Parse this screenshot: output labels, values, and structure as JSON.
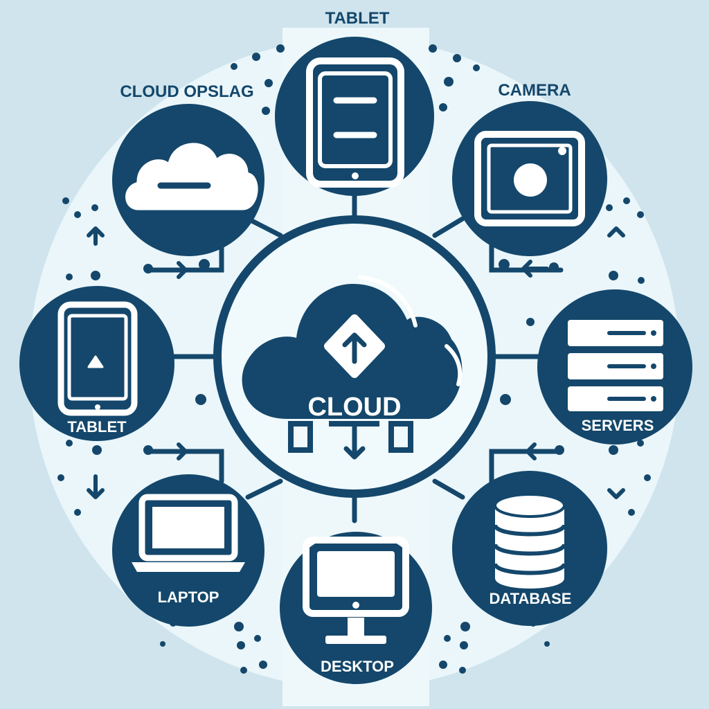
{
  "diagram": {
    "center": {
      "label": "CLOUD"
    },
    "nodes": [
      {
        "id": "tablet-top",
        "label": "TABLET",
        "icon": "tablet-icon"
      },
      {
        "id": "cloud-storage",
        "label": "CLOUD OPSLAG",
        "icon": "cloud-icon"
      },
      {
        "id": "camera",
        "label": "CAMERA",
        "icon": "camera-icon"
      },
      {
        "id": "tablet-left",
        "label": "TABLET",
        "icon": "tablet-icon"
      },
      {
        "id": "servers",
        "label": "SERVERS",
        "icon": "server-rack-icon"
      },
      {
        "id": "laptop",
        "label": "LAPTOP",
        "icon": "laptop-icon"
      },
      {
        "id": "desktop",
        "label": "DESKTOP",
        "icon": "desktop-monitor-icon"
      },
      {
        "id": "database",
        "label": "DATABASE",
        "icon": "database-icon"
      }
    ]
  },
  "colors": {
    "primary": "#14476b",
    "background": "#cfe4ec",
    "halo": "#eaf6fa",
    "inner": "#f0f9fc",
    "icon": "#ffffff"
  }
}
